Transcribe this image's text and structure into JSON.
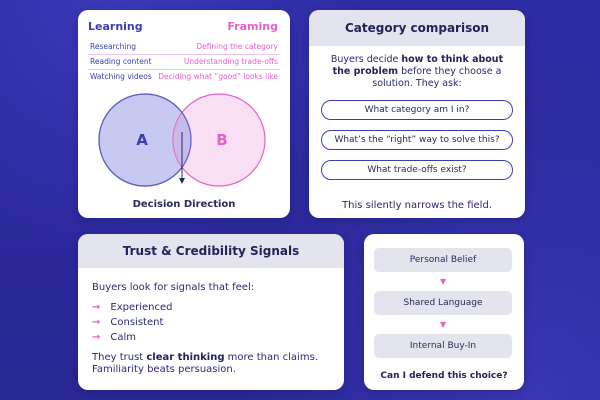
{
  "framing_card": {
    "left_heading": "Learning",
    "right_heading": "Framing",
    "rows": [
      {
        "left": "Researching",
        "right": "Defining the category"
      },
      {
        "left": "Reading content",
        "right": "Understanding trade-offs"
      },
      {
        "left": "Watching videos",
        "right": "Deciding what “good” looks like"
      }
    ],
    "circle_a": "A",
    "circle_b": "B",
    "caption": "Decision Direction",
    "colors": {
      "learning": "#3a3fb0",
      "framing": "#e85fc6"
    }
  },
  "category_card": {
    "title": "Category comparison",
    "intro_pre": "Buyers decide ",
    "intro_bold": "how to think about the problem",
    "intro_post": " before they choose a solution. They ask:",
    "questions": [
      "What category am I in?",
      "What’s the “right” way to solve this?",
      "What trade-offs exist?"
    ],
    "footer": "This silently narrows the field."
  },
  "trust_card": {
    "title": "Trust & Credibility Signals",
    "intro": "Buyers look for signals that feel:",
    "items": [
      "Experienced",
      "Consistent",
      "Calm"
    ],
    "footer_pre": "They trust ",
    "footer_bold": "clear thinking",
    "footer_post": " more than claims. Familiarity beats persuasion."
  },
  "steps_card": {
    "steps": [
      "Personal Belief",
      "Shared Language",
      "Internal Buy-In"
    ],
    "question": "Can I defend this choice?"
  }
}
